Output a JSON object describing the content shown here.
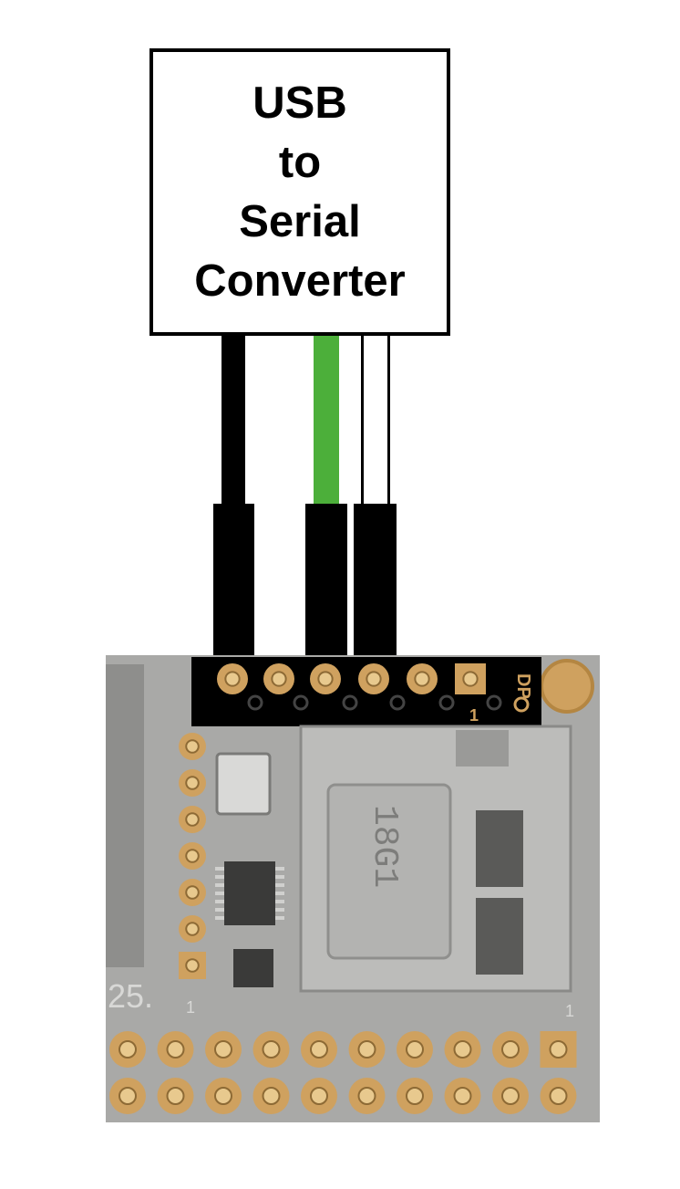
{
  "converter": {
    "lines": [
      "USB",
      "to",
      "Serial",
      "Converter"
    ],
    "border_color": "#000000"
  },
  "wires": {
    "colors": {
      "ground": "#000000",
      "signal_green": "#4caf3a",
      "thin": "#000000"
    }
  },
  "board": {
    "pcb_color": "#a9a9a7",
    "pad_color": "#cfa15f",
    "header_color": "#000000",
    "silkscreen": {
      "corner_number": "25.",
      "pin_one_mark": "1",
      "header_label": "DP",
      "sd_marking": "18G1"
    }
  }
}
